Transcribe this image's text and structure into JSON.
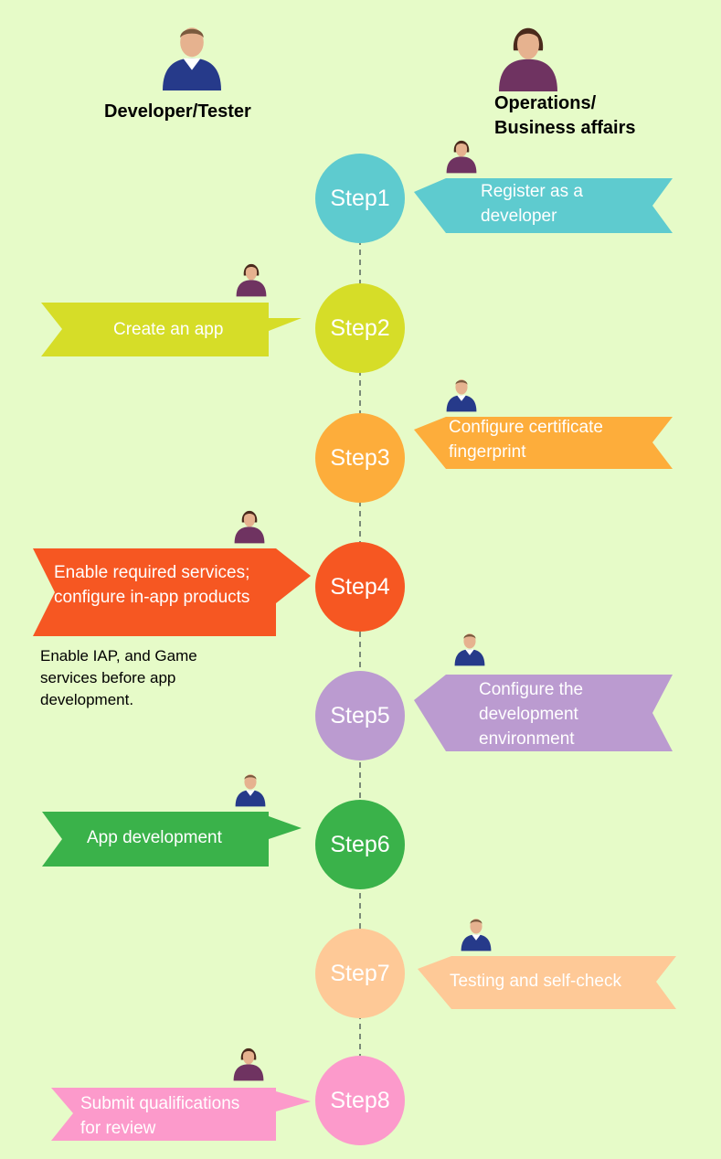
{
  "header": {
    "left_role": "Developer/Tester",
    "right_role": "Operations/\nBusiness affairs"
  },
  "steps": [
    {
      "label": "Step1",
      "task": "Register as a\ndeveloper",
      "color": "#5ecbcf"
    },
    {
      "label": "Step2",
      "task": "Create an app",
      "color": "#d6dd28"
    },
    {
      "label": "Step3",
      "task": "Configure certificate\nfingerprint",
      "color": "#fdad3b"
    },
    {
      "label": "Step4",
      "task": "Enable required services;\nconfigure in-app products",
      "color": "#f65722"
    },
    {
      "label": "Step5",
      "task": "Configure the\ndevelopment\nenvironment",
      "color": "#bb9bd0"
    },
    {
      "label": "Step6",
      "task": "App development",
      "color": "#3ab24a"
    },
    {
      "label": "Step7",
      "task": "Testing and self-check",
      "color": "#fec997"
    },
    {
      "label": "Step8",
      "task": "Submit qualifications\nfor review",
      "color": "#fc9acb"
    }
  ],
  "note": "Enable IAP, and Game\nservices before app\ndevelopment.",
  "colors": {
    "background": "#e6fbc8",
    "male_shirt": "#263a8a",
    "female_shirt": "#6f3361",
    "connector": "#7a8a78"
  }
}
